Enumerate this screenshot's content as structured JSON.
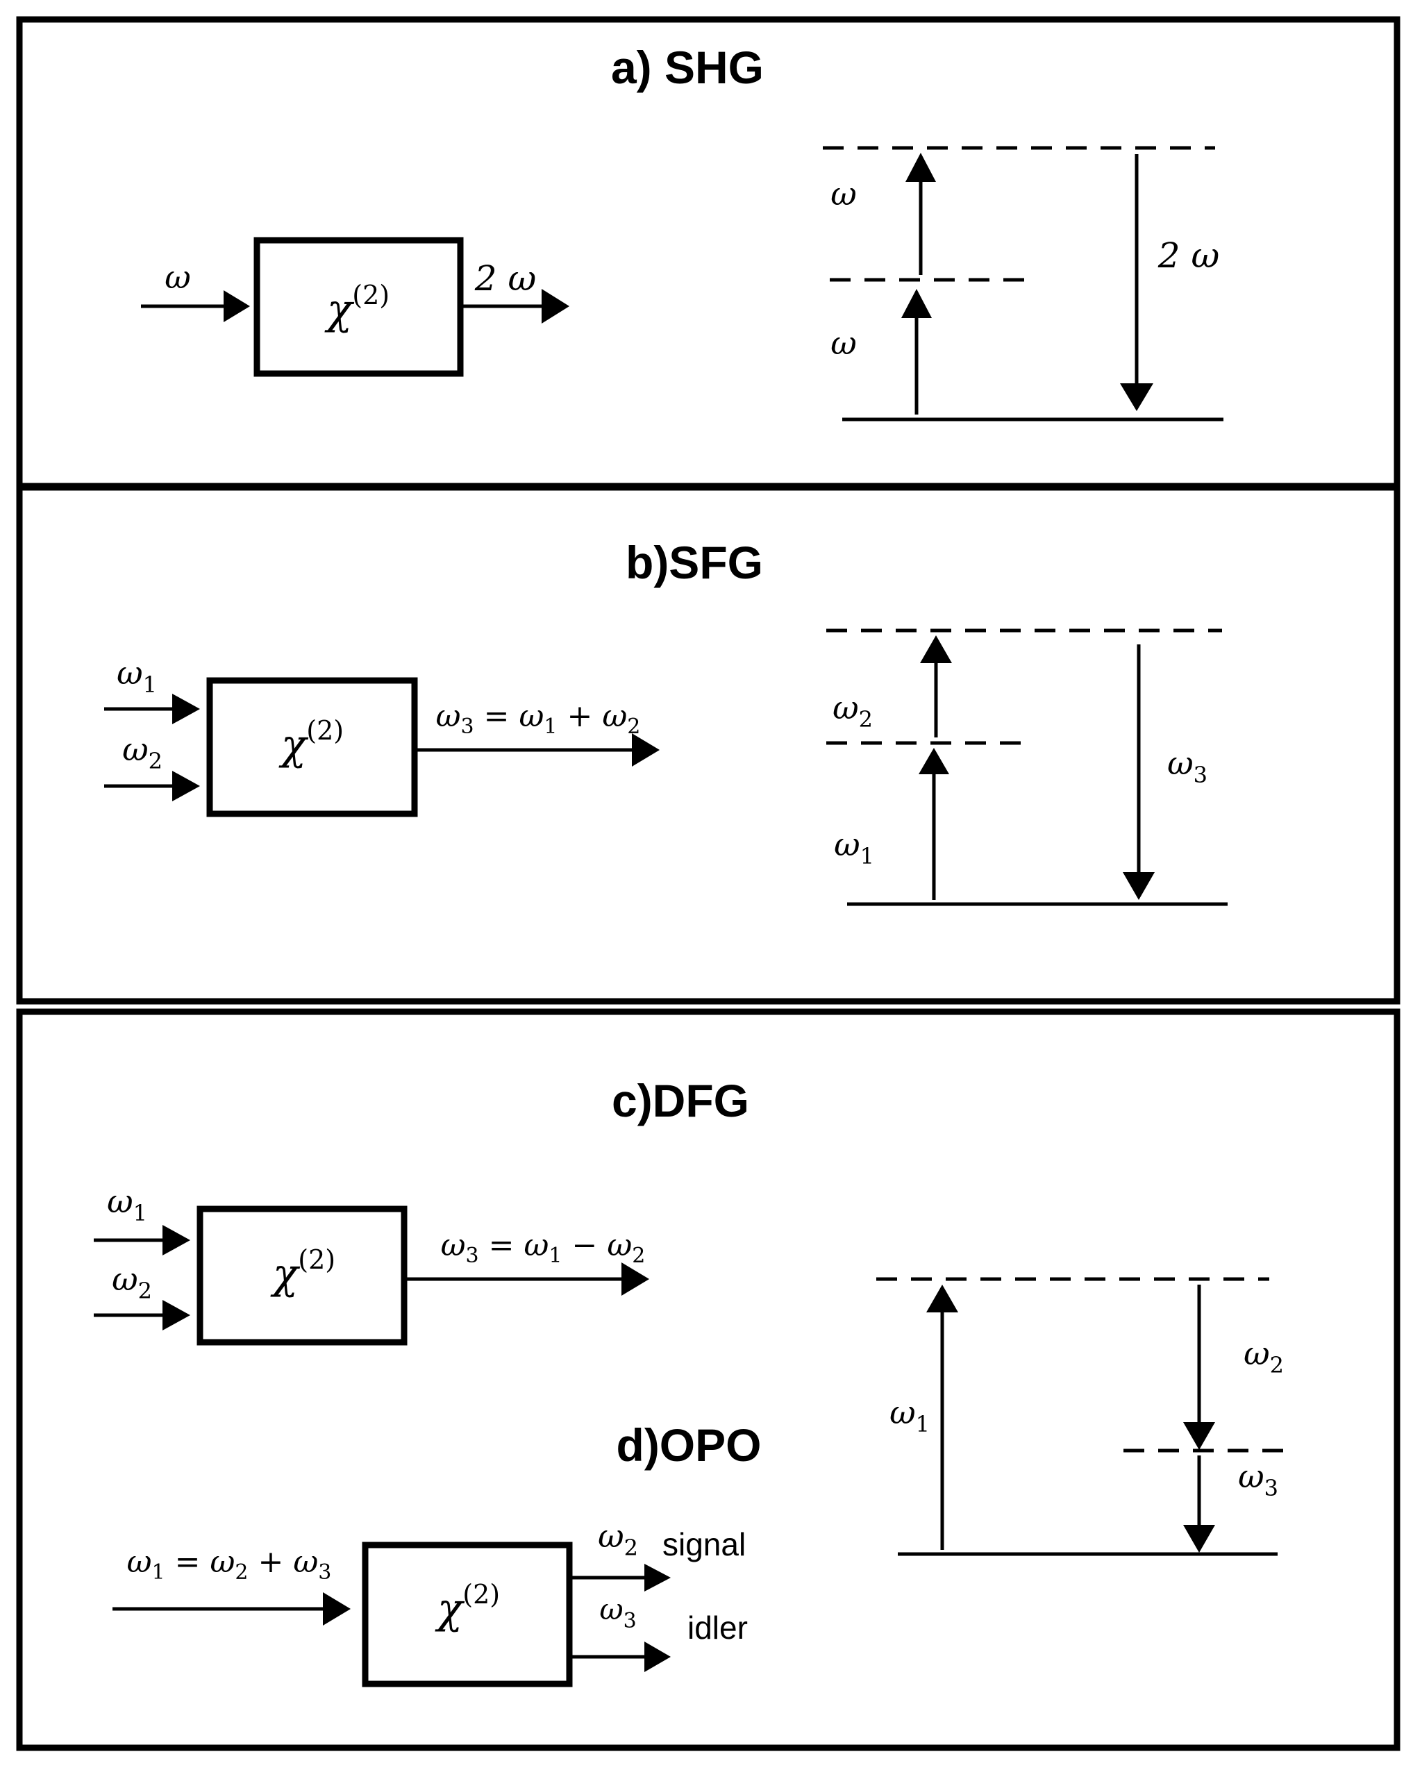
{
  "panels": {
    "shg": {
      "title": "a) SHG",
      "input_label": "ω",
      "box_label": "χ",
      "box_sup": "(2)",
      "output_label": "2 ω",
      "levels": {
        "upper_photon": "ω",
        "lower_photon": "ω",
        "emitted": "2 ω"
      }
    },
    "sfg": {
      "title": "b)SFG",
      "input1": {
        "main": "ω",
        "sub": "1"
      },
      "input2": {
        "main": "ω",
        "sub": "2"
      },
      "box_label": "χ",
      "box_sup": "(2)",
      "output_equation": {
        "lhs_main": "ω",
        "lhs_sub": "3",
        "op1": "=",
        "a_main": "ω",
        "a_sub": "1",
        "op2": "+",
        "b_main": "ω",
        "b_sub": "2"
      },
      "levels": {
        "upper_photon": {
          "main": "ω",
          "sub": "2"
        },
        "lower_photon": {
          "main": "ω",
          "sub": "1"
        },
        "emitted": {
          "main": "ω",
          "sub": "3"
        }
      }
    },
    "dfg": {
      "title": "c)DFG",
      "input1": {
        "main": "ω",
        "sub": "1"
      },
      "input2": {
        "main": "ω",
        "sub": "2"
      },
      "box_label": "χ",
      "box_sup": "(2)",
      "output_equation": {
        "lhs_main": "ω",
        "lhs_sub": "3",
        "op1": "=",
        "a_main": "ω",
        "a_sub": "1",
        "op2": "−",
        "b_main": "ω",
        "b_sub": "2"
      },
      "levels": {
        "pump": {
          "main": "ω",
          "sub": "1"
        },
        "upper_emitted": {
          "main": "ω",
          "sub": "2"
        },
        "lower_emitted": {
          "main": "ω",
          "sub": "3"
        }
      }
    },
    "opo": {
      "title": "d)OPO",
      "input_equation": {
        "lhs_main": "ω",
        "lhs_sub": "1",
        "op1": "=",
        "a_main": "ω",
        "a_sub": "2",
        "op2": "+",
        "b_main": "ω",
        "b_sub": "3"
      },
      "box_label": "χ",
      "box_sup": "(2)",
      "signal": {
        "main": "ω",
        "sub": "2",
        "word": "signal"
      },
      "idler": {
        "main": "ω",
        "sub": "3",
        "word": "idler"
      }
    }
  }
}
